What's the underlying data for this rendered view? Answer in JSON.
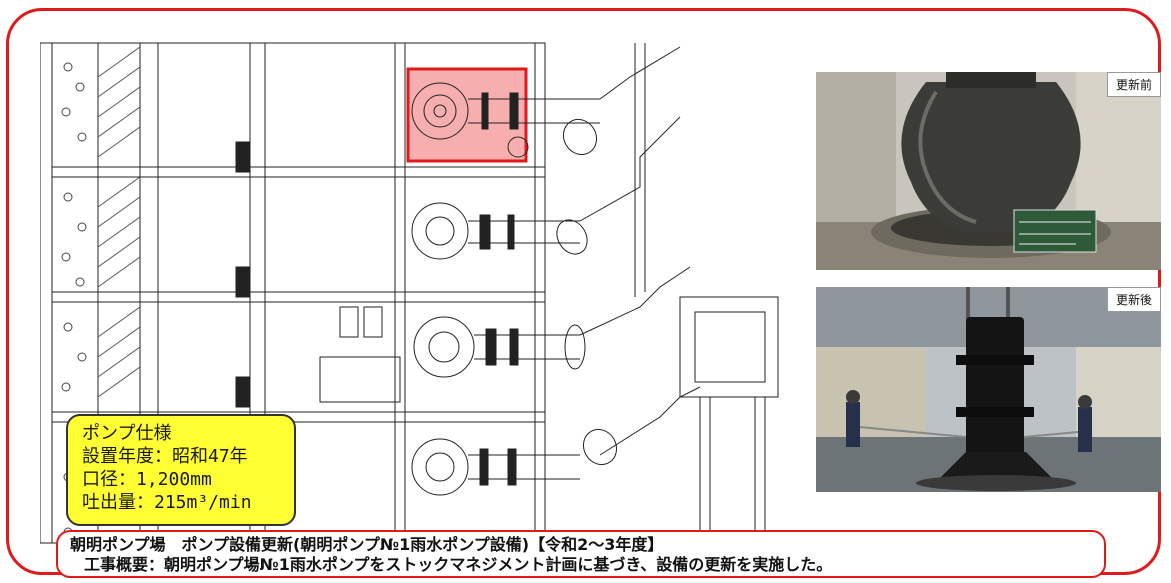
{
  "photos": {
    "before_label": "更新前",
    "after_label": "更新後"
  },
  "spec": {
    "title": "ポンプ仕様",
    "install_year": "設置年度：昭和47年",
    "diameter": "口径：1,200mm",
    "discharge": "吐出量：215m³/min"
  },
  "caption": {
    "line1": "朝明ポンプ場　ポンプ設備更新(朝明ポンプ№1雨水ポンプ設備)【令和2～3年度】",
    "line2": "工事概要：朝明ポンプ場№1雨水ポンプをストックマネジメント計画に基づき、設備の更新を実施した。"
  },
  "colors": {
    "frame": "#e01a1a",
    "highlight": "#f4a0a0",
    "spec_bg": "#ffff33"
  }
}
